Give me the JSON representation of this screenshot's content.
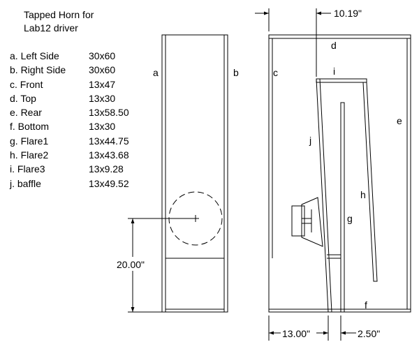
{
  "title": {
    "line1": "Tapped Horn for",
    "line2": "Lab12 driver"
  },
  "parts": [
    {
      "name": "a. Left Side",
      "size": "30x60"
    },
    {
      "name": "b. Right Side",
      "size": "30x60"
    },
    {
      "name": "c. Front",
      "size": "13x47"
    },
    {
      "name": "d. Top",
      "size": "13x30"
    },
    {
      "name": "e. Rear",
      "size": "13x58.50"
    },
    {
      "name": "f.  Bottom",
      "size": "13x30"
    },
    {
      "name": "g. Flare1",
      "size": "13x44.75"
    },
    {
      "name": "h. Flare2",
      "size": "13x43.68"
    },
    {
      "name": "i.  Flare3",
      "size": "13x9.28"
    },
    {
      "name": "j.  baffle",
      "size": "13x49.52"
    }
  ],
  "front_view": {
    "label_left": "a",
    "label_right": "b",
    "driver_height": "20.00\""
  },
  "side_view": {
    "labels": {
      "c": "c",
      "d": "d",
      "e": "e",
      "f": "f",
      "g": "g",
      "h": "h",
      "i": "i",
      "j": "j"
    },
    "dim_top": "10.19\"",
    "dim_bottom_left": "13.00\"",
    "dim_bottom_right": "2.50\""
  }
}
